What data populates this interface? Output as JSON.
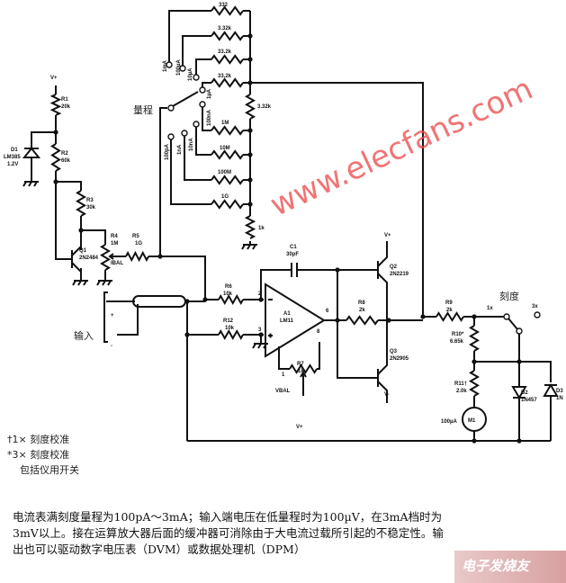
{
  "left": {
    "vplus": "V+",
    "r1": {
      "name": "R1",
      "value": "20k"
    },
    "r2": {
      "name": "R2",
      "value": "60k"
    },
    "r3": {
      "name": "R3",
      "value": "30k"
    },
    "d1": {
      "name": "D1",
      "part": "LM385",
      "voltage": "1.2V"
    },
    "q1": {
      "name": "Q1",
      "part": "2N2484"
    },
    "r4": {
      "name": "R4",
      "value": "1M"
    },
    "r5": {
      "name": "R5",
      "value": "1G"
    },
    "ibal": "IBAL"
  },
  "range_switch": {
    "label": "量程",
    "positions": [
      "1mA",
      "100µA",
      "10µA",
      "1µA",
      "100nA",
      "10nA",
      "1nA",
      "100pA"
    ]
  },
  "ladder": [
    "332",
    "3.32k",
    "33.2k",
    "33.2k",
    "3.32k",
    "1M",
    "10M",
    "100M",
    "1G",
    "1k"
  ],
  "amp": {
    "c1": {
      "name": "C1",
      "value": "30pF"
    },
    "a1": {
      "name": "A1",
      "part": "LM11"
    },
    "r6": {
      "name": "R6",
      "value": "10k"
    },
    "r12": {
      "name": "R12",
      "value": "10k"
    },
    "r7": {
      "name": "R7",
      "value": "1k"
    },
    "vbal": "VBAL",
    "pins": [
      "2",
      "3",
      "6",
      "8",
      "1"
    ],
    "vminus": "V-",
    "vplus": "V+"
  },
  "input": {
    "label": "输入",
    "plus": "+",
    "minus": "-"
  },
  "output": {
    "q2": {
      "name": "Q2",
      "part": "2N2219"
    },
    "q3": {
      "name": "Q3",
      "part": "2N2905"
    },
    "r8": {
      "name": "R8",
      "value": "2k"
    },
    "r9": {
      "name": "R9",
      "value": "2k"
    },
    "r10": {
      "name": "R10*",
      "value": "6.65k"
    },
    "r11": {
      "name": "R11†",
      "value": "2.0k"
    },
    "m1": {
      "name": "M1",
      "value": "100µA"
    },
    "d2": {
      "name": "D2",
      "part": "1N457"
    },
    "d3": {
      "name": "D3",
      "part": "1N"
    },
    "scale_label": "刻度",
    "pos_1x": "1x",
    "pos_3x": "3x"
  },
  "notes": [
    "†1× 刻度校准",
    "*3× 刻度校准",
    "包括仪用开关"
  ],
  "caption": "电流表满刻度量程为100pA～3mA；输入端电压在低量程时为100µV，在3mA档时为3mV以上。接在运算放大器后面的缓冲器可消除由于大电流过载所引起的不稳定性。输出也可以驱动数字电压表（DVM）或数据处理机（DPM）",
  "watermark": "www.elecfans.com",
  "logo": "电子发烧友"
}
